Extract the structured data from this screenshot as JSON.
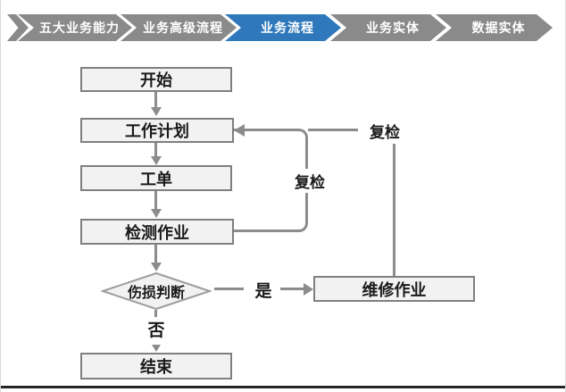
{
  "nav": {
    "active_index": 2,
    "steps": [
      {
        "label": "五大业务能力",
        "active": false
      },
      {
        "label": "业务高级流程",
        "active": false
      },
      {
        "label": "业务流程",
        "active": true
      },
      {
        "label": "业务实体",
        "active": false
      },
      {
        "label": "数据实体",
        "active": false
      }
    ]
  },
  "flow": {
    "nodes": {
      "start": {
        "label": "开始",
        "type": "process"
      },
      "plan": {
        "label": "工作计划",
        "type": "process"
      },
      "order": {
        "label": "工单",
        "type": "process"
      },
      "inspect": {
        "label": "检测作业",
        "type": "process"
      },
      "decision": {
        "label": "伤损判断",
        "type": "decision"
      },
      "repair": {
        "label": "维修作业",
        "type": "process"
      },
      "end": {
        "label": "结束",
        "type": "process"
      }
    },
    "edge_labels": {
      "yes": "是",
      "no": "否",
      "recheck_inner": "复检",
      "recheck_outer": "复检"
    }
  },
  "colors": {
    "nav_gray": "#8a8a8a",
    "nav_active": "#2e78bb",
    "node_fill": "#f2f2f2",
    "node_border": "#7f7f7f",
    "connector": "#8c8c8c",
    "text": "#1a1a1a",
    "bottom_rule": "#262626"
  }
}
